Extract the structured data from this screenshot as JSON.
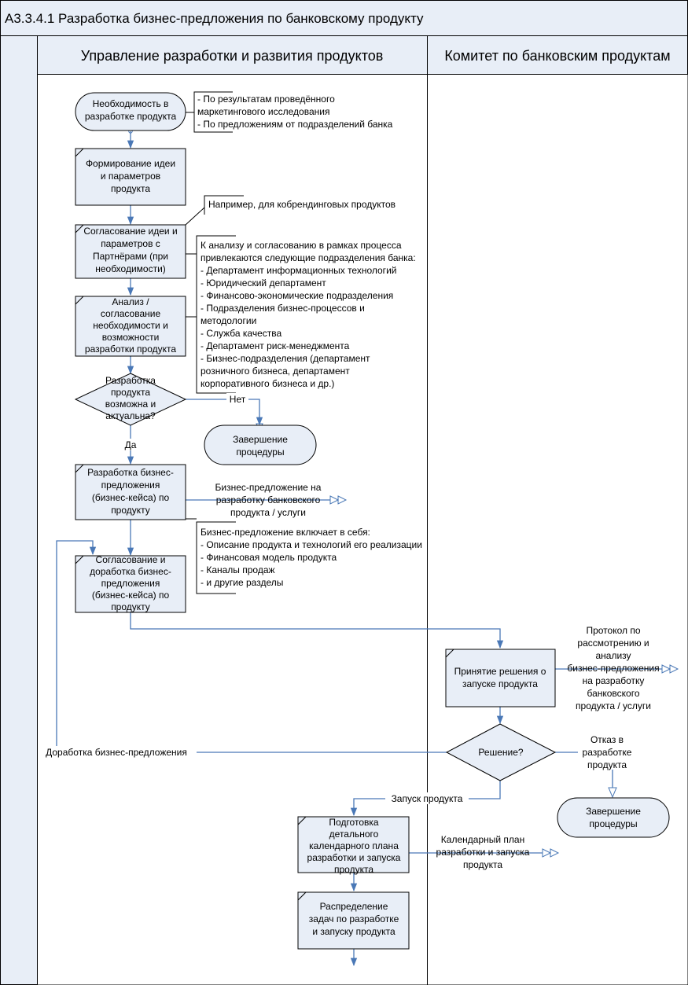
{
  "title": "A3.3.4.1 Разработка бизнес-предложения по банковскому продукту",
  "lanes": [
    "Управление разработки и развития продуктов",
    "Комитет по банковским продуктам"
  ],
  "nodes": {
    "start": [
      "Необходимость в",
      "разработке продукта"
    ],
    "form_idea": [
      "Формирование идеи",
      "и параметров",
      "продукта"
    ],
    "agree_partners": [
      "Согласование идеи и",
      "параметров с",
      "Партнёрами (при",
      "необходимости)"
    ],
    "analysis": [
      "Анализ /",
      "согласование",
      "необходимости и",
      "возможности",
      "разработки продукта"
    ],
    "decision1": [
      "Разработка",
      "продукта",
      "возможна и",
      "актуальна?"
    ],
    "end1": [
      "Завершение",
      "процедуры"
    ],
    "develop_offer": [
      "Разработка бизнес-",
      "предложения",
      "(бизнес-кейса) по",
      "продукту"
    ],
    "agree_offer": [
      "Согласование и",
      "доработка бизнес-",
      "предложения",
      "(бизнес-кейса) по",
      "продукту"
    ],
    "committee_decision": [
      "Принятие решения о",
      "запуске продукта"
    ],
    "decision2": [
      "Решение?"
    ],
    "end2": [
      "Завершение",
      "процедуры"
    ],
    "plan_prep": [
      "Подготовка",
      "детального",
      "календарного плана",
      "разработки и запуска",
      "продукта"
    ],
    "tasks": [
      "Распределение",
      "задач по разработке",
      "и запуску продукта"
    ]
  },
  "annotations": {
    "start_note": [
      "- По результатам проведённого",
      "маркетингового исследования",
      "- По предложениям от подразделений банка"
    ],
    "partners_note": [
      "Например, для кобрендинговых продуктов"
    ],
    "departments_note": [
      "К анализу и согласованию в рамках процесса",
      "привлекаются следующие подразделения банка:",
      "- Департамент информационных технологий",
      "- Юридический департамент",
      "- Финансово-экономические подразделения",
      "- Подразделения бизнес-процессов и",
      "методологии",
      "- Служба качества",
      "- Департамент риск-менеджмента",
      "- Бизнес-подразделения (департамент",
      "розничного бизнеса, департамент",
      "корпоративного бизнеса и др.)"
    ],
    "offer_contents": [
      "Бизнес-предложение включает в себя:",
      "- Описание продукта и технологий его реализации",
      "- Финансовая модель продукта",
      "- Каналы продаж",
      "- и другие разделы"
    ]
  },
  "outputs": {
    "offer_output": [
      "Бизнес-предложение на",
      "разработку банковского",
      "продукта / услуги"
    ],
    "protocol_output": [
      "Протокол по",
      "рассмотрению и",
      "анализу",
      "бизнес-предложения",
      "на разработку",
      "банковского",
      "продукта / услуги"
    ],
    "plan_output": [
      "Календарный план",
      "разработки и запуска",
      "продукта"
    ]
  },
  "edge_labels": {
    "no": "Нет",
    "yes": "Да",
    "rework": "Доработка бизнес-предложения",
    "refuse": [
      "Отказ в",
      "разработке",
      "продукта"
    ],
    "launch": "Запуск продукта"
  },
  "colors": {
    "box_fill": "#e8eef7",
    "flow_line": "#4a78b6",
    "header_fill": "#e8eef7",
    "border": "#000000"
  }
}
